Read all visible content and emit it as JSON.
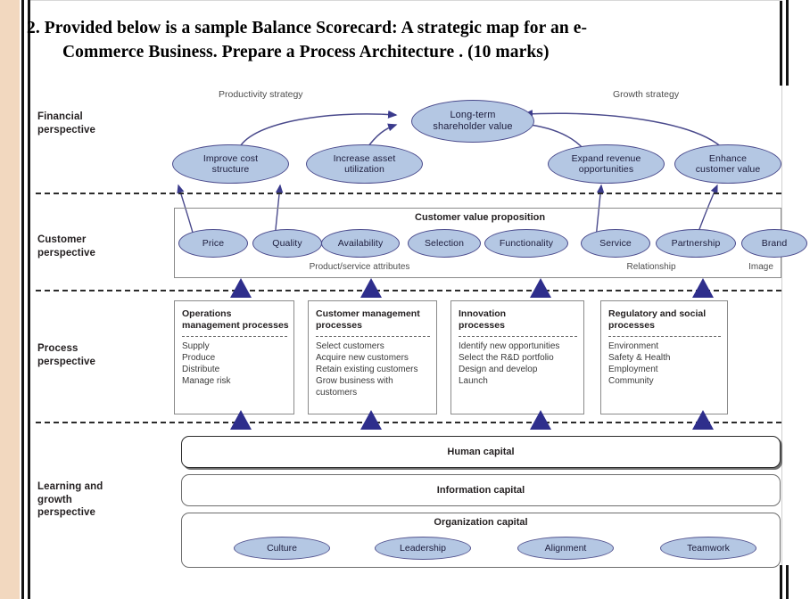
{
  "question": {
    "line1": "2. Provided below is a sample Balance Scorecard: A strategic map for an e-",
    "line2": "Commerce Business.  Prepare a Process Architecture . (10 marks)"
  },
  "colors": {
    "ellipse_fill": "#b4c7e3",
    "ellipse_stroke": "#4a4a8c",
    "arrow": "#3a3a8c",
    "triangle": "#2e2e8c",
    "page_edge": "#f2d8bf"
  },
  "perspectives": {
    "financial": "Financial\nperspective",
    "customer": "Customer\nperspective",
    "process": "Process\nperspective",
    "learning": "Learning and\ngrowth\nperspective"
  },
  "financial": {
    "strategy_left": "Productivity strategy",
    "strategy_right": "Growth strategy",
    "apex": "Long-term\nshareholder value",
    "nodes": [
      "Improve cost\nstructure",
      "Increase asset\nutilization",
      "Expand revenue\nopportunities",
      "Enhance\ncustomer value"
    ]
  },
  "customer": {
    "frame_title": "Customer value proposition",
    "nodes": [
      "Price",
      "Quality",
      "Availability",
      "Selection",
      "Functionality",
      "Service",
      "Partnership",
      "Brand"
    ],
    "group_labels": [
      "Product/service attributes",
      "Relationship",
      "Image"
    ]
  },
  "process": {
    "boxes": [
      {
        "title": "Operations\nmanagement processes",
        "items": "Supply\nProduce\nDistribute\nManage risk"
      },
      {
        "title": "Customer management\nprocesses",
        "items": "Select customers\nAcquire new customers\nRetain existing customers\nGrow business with\ncustomers"
      },
      {
        "title": "Innovation\nprocesses",
        "items": "Identify new opportunities\nSelect the R&D portfolio\nDesign and develop\nLaunch"
      },
      {
        "title": "Regulatory and social\nprocesses",
        "items": "Environment\nSafety & Health\nEmployment\nCommunity"
      }
    ]
  },
  "learning": {
    "capsules": [
      "Human capital",
      "Information capital"
    ],
    "org_title": "Organization capital",
    "org_nodes": [
      "Culture",
      "Leadership",
      "Alignment",
      "Teamwork"
    ]
  }
}
